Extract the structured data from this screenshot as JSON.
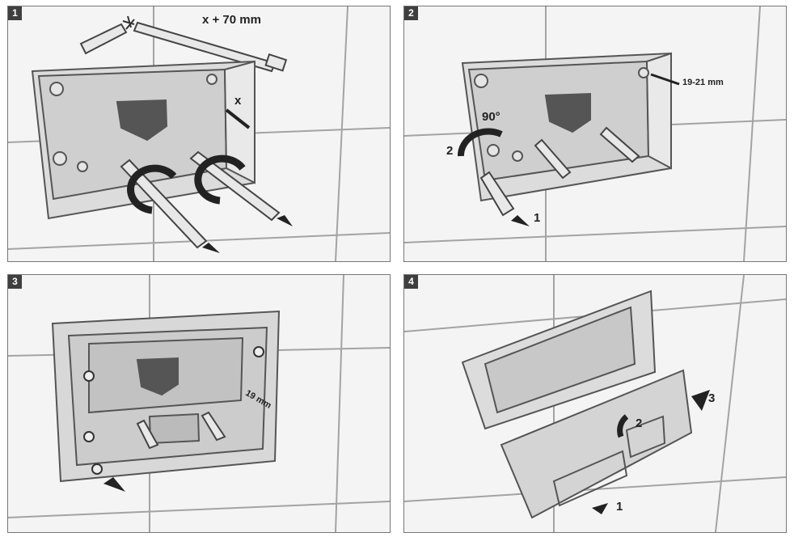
{
  "panels": [
    {
      "number": "1",
      "labels": {
        "length": "x + 70 mm",
        "depth": "x"
      }
    },
    {
      "number": "2",
      "labels": {
        "angle": "90°",
        "step_2": "2",
        "step_1": "1",
        "gap": "19-21 mm"
      }
    },
    {
      "number": "3",
      "labels": {
        "distance": "19 mm"
      }
    },
    {
      "number": "4",
      "labels": {
        "step_3": "3",
        "step_2": "2",
        "step_1": "1"
      }
    }
  ],
  "colors": {
    "frame_border": "#777777",
    "tile_grout": "#9a9a9a",
    "metal": "#cfcfcf",
    "dark": "#333333",
    "badge": "#3f3f3f"
  }
}
